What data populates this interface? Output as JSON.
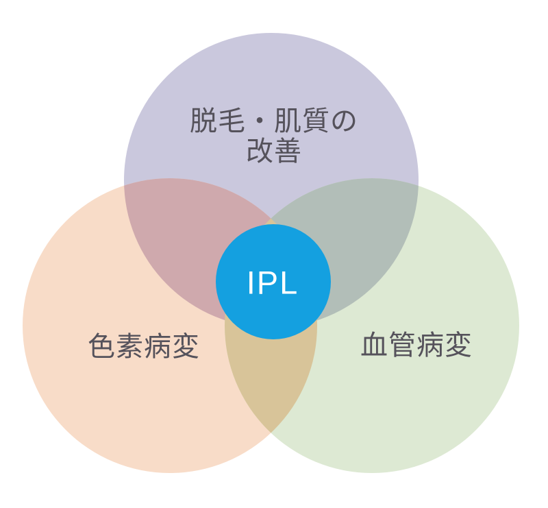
{
  "venn": {
    "label_color": "#55525b",
    "top_circle": {
      "label_line1": "脱毛・肌質の",
      "label_line2": "改善",
      "fill": "#cac8dd"
    },
    "left_circle": {
      "label": "色素病変",
      "fill": "#f8dcc8"
    },
    "right_circle": {
      "label": "血管病変",
      "fill": "#dde9d3"
    },
    "overlap_top_left": {
      "fill": "#cfa9ad"
    },
    "overlap_top_right": {
      "fill": "#b2beb8"
    },
    "overlap_bottom": {
      "fill": "#d8c499"
    },
    "center_circle": {
      "label": "IPL",
      "fill": "#14a0e0",
      "text_color": "#ffffff"
    }
  }
}
